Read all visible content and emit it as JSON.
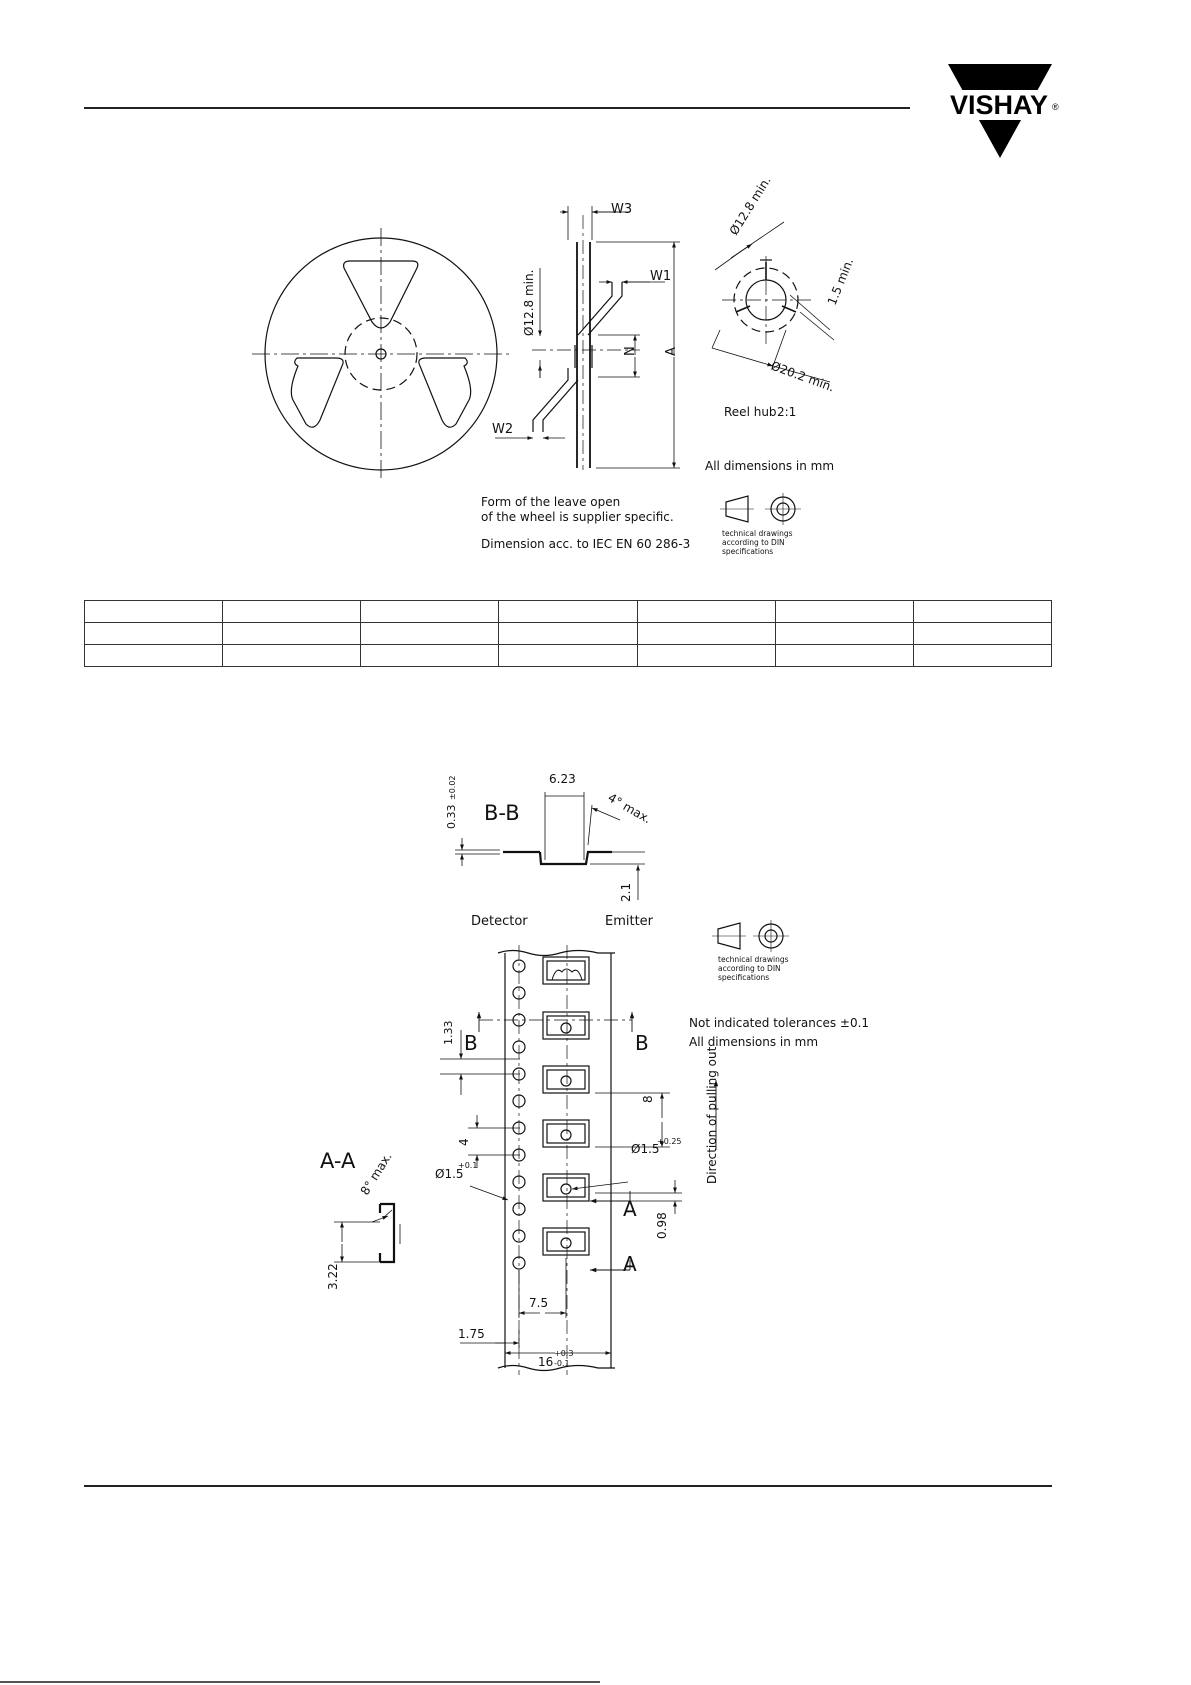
{
  "brand": {
    "name": "VISHAY",
    "mark": "®"
  },
  "reel_drawing": {
    "labels": {
      "w3": "W3",
      "w1": "W1",
      "w2": "W2",
      "n": "N",
      "a": "A",
      "hub_dia": "Ø12.8 min.",
      "hub_dia_top": "Ø12.8 min.",
      "slot_width": "1.5 min.",
      "hub_outer": "Ø20.2 min.",
      "hub_caption": "Reel hub",
      "hub_scale": "2:1"
    },
    "note_dimensions": "All dimensions in mm",
    "note_leave_1": "Form of the leave open",
    "note_leave_2": "of the wheel is supplier specific.",
    "note_iec": "Dimension acc. to IEC EN 60 286-3",
    "din_1": "technical drawings",
    "din_2": "according to DIN",
    "din_3": "specifications"
  },
  "reel_table": {
    "columns": 7,
    "rows": [
      [
        "",
        "",
        "",
        "",
        "",
        "",
        ""
      ],
      [
        "",
        "",
        "",
        "",
        "",
        "",
        ""
      ],
      [
        "",
        "",
        "",
        "",
        "",
        "",
        ""
      ]
    ]
  },
  "tape_drawing": {
    "section_bb": "B-B",
    "dim_623": "6.23",
    "dim_033": "0.33",
    "dim_033_tol": "±0.02",
    "dim_4deg": "4° max.",
    "dim_21": "2.1",
    "detector": "Detector",
    "emitter": "Emitter",
    "b_left": "B",
    "b_right": "B",
    "dim_133": "1.33",
    "dim_8": "8",
    "dim_4": "4",
    "hole_left": "Ø1.5",
    "hole_left_tol": "+0.1",
    "hole_right": "Ø1.5",
    "hole_right_tol": "+0.25",
    "a_top": "A",
    "a_bottom": "A",
    "dim_098": "0.98",
    "dim_75": "7.5",
    "dim_175": "1.75",
    "dim_16": "16",
    "dim_16_up": "+0.3",
    "dim_16_lo": "-0.1",
    "section_aa": "A-A",
    "dim_8deg": "8° max.",
    "dim_322": "3.22",
    "direction": "Direction of pulling out",
    "tolerance_note": "Not indicated tolerances ±0.1",
    "dims_note": "All dimensions in mm",
    "din_1": "technical drawings",
    "din_2": "according to DIN",
    "din_3": "specifications"
  }
}
